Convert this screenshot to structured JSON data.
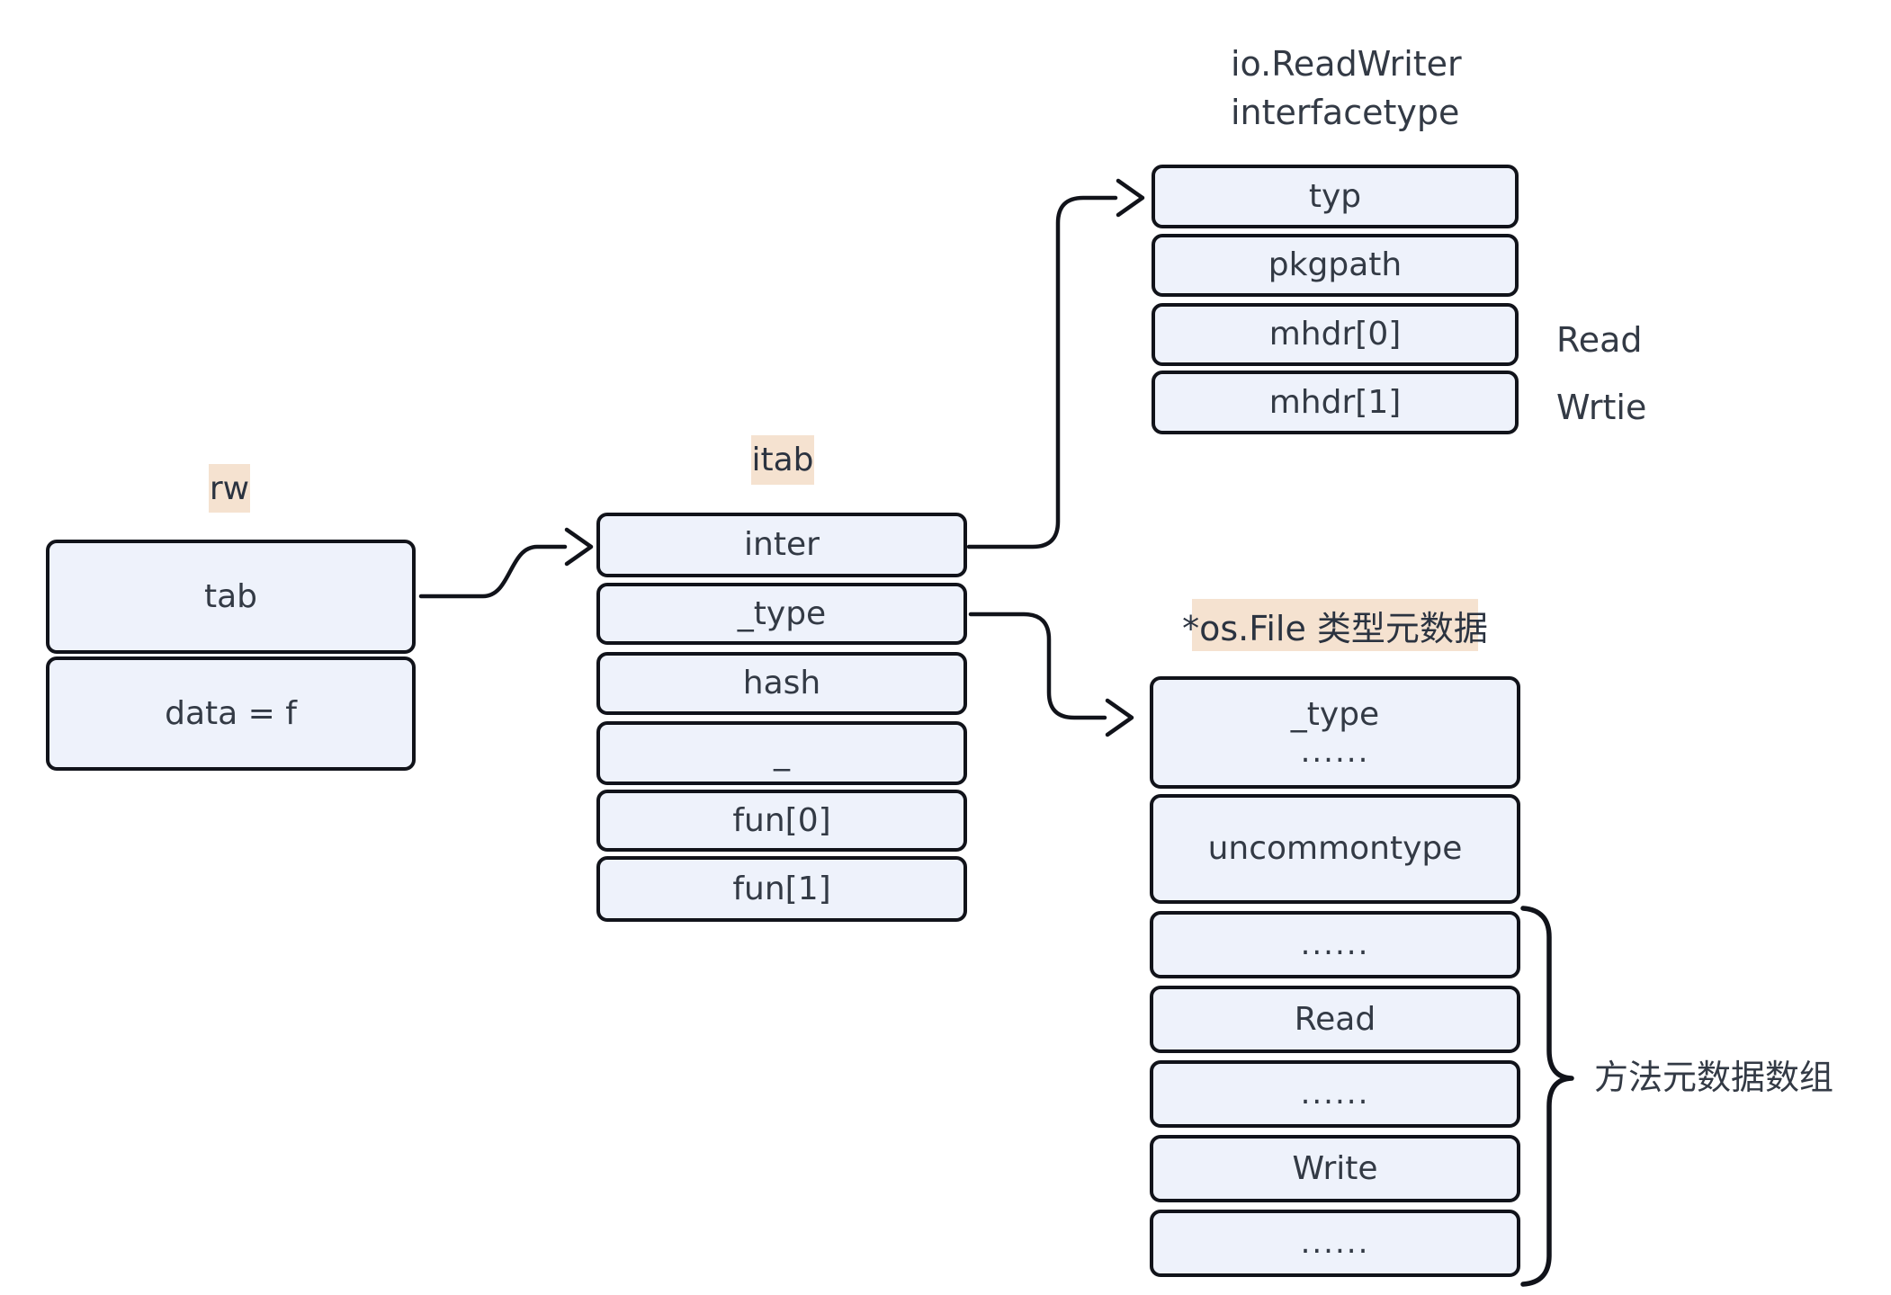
{
  "diagram": {
    "colors": {
      "box_fill": "#eef2fb",
      "box_border": "#11131a",
      "text": "#333a45",
      "label_highlight": "#f5e2d0",
      "arrow": "#11131a",
      "background": "#ffffff"
    },
    "rw": {
      "label": "rw",
      "rows": [
        {
          "label": "tab"
        },
        {
          "label": "data = f"
        }
      ]
    },
    "itab": {
      "label": "itab",
      "rows": [
        {
          "label": "inter"
        },
        {
          "label": "_type"
        },
        {
          "label": "hash"
        },
        {
          "label": "_"
        },
        {
          "label": "fun[0]"
        },
        {
          "label": "fun[1]"
        }
      ]
    },
    "readwriter": {
      "title_line1": "io.ReadWriter",
      "title_line2": "interfacetype",
      "rows": [
        {
          "label": "typ"
        },
        {
          "label": "pkgpath"
        },
        {
          "label": "mhdr[0]",
          "side": "Read"
        },
        {
          "label": "mhdr[1]",
          "side": "Wrtie"
        }
      ]
    },
    "osfile": {
      "title": "*os.File 类型元数据",
      "rows": [
        {
          "label": "_type",
          "sub": "......"
        },
        {
          "label": "uncommontype"
        },
        {
          "label": "......"
        },
        {
          "label": "Read"
        },
        {
          "label": "......"
        },
        {
          "label": "Write"
        },
        {
          "label": "......"
        }
      ],
      "brace_label": "方法元数据数组"
    }
  }
}
